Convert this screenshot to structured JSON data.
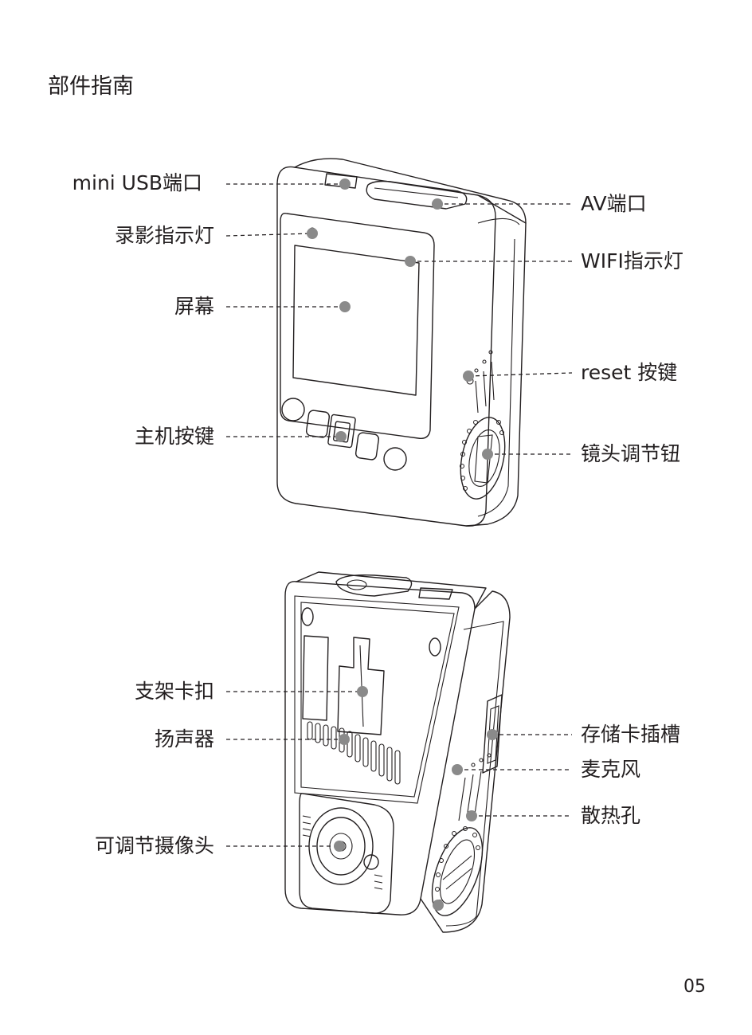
{
  "header": {
    "title": "部件指南"
  },
  "footer": {
    "page_number": "05"
  },
  "front_view": {
    "labels": {
      "mini_usb_port": "mini USB端口",
      "record_indicator": "录影指示灯",
      "screen": "屏幕",
      "main_buttons": "主机按键",
      "av_port": "AV端口",
      "wifi_indicator": "WIFI指示灯",
      "reset_button": "reset 按键",
      "lens_adjust_knob": "镜头调节钮"
    }
  },
  "back_view": {
    "labels": {
      "mount_clip": "支架卡扣",
      "speaker": "扬声器",
      "adjustable_camera": "可调节摄像头",
      "memory_card_slot": "存储卡插槽",
      "microphone": "麦克风",
      "heat_vents": "散热孔"
    }
  },
  "colors": {
    "ink": "#231f20",
    "marker_dot": "#8a8a8a",
    "background": "#ffffff"
  }
}
